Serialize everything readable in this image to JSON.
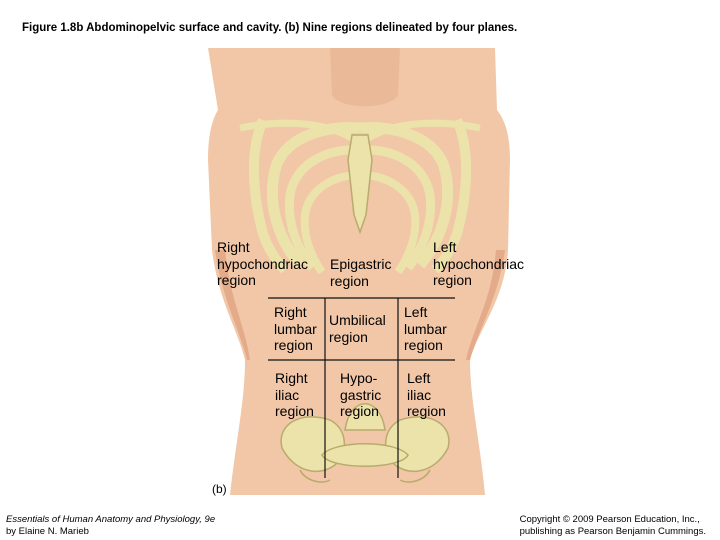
{
  "figure": {
    "title": "Figure 1.8b  Abdominopelvic surface and cavity. (b) Nine regions delineated by four planes.",
    "panel_tag": "(b)",
    "colors": {
      "skin": "#f1c7a7",
      "skin_shadow": "#e3ab89",
      "bone": "#ece3ab",
      "bone_outline": "#b8ab6c",
      "plane_line": "#111111"
    },
    "regions": {
      "right_hypochondriac": "Right\nhypochondriac\nregion",
      "epigastric": "Epigastric\nregion",
      "left_hypochondriac": "Left\nhypochondriac\nregion",
      "right_lumbar": "Right\nlumbar\nregion",
      "umbilical": "Umbilical\nregion",
      "left_lumbar": "Left\nlumbar\nregion",
      "right_iliac": "Right\niliac\nregion",
      "hypogastric": "Hypo-\ngastric\nregion",
      "left_iliac": "Left\niliac\nregion"
    }
  },
  "footer": {
    "book_title": "Essentials of Human Anatomy and Physiology, 9e",
    "author": "by Elaine N. Marieb",
    "copyright_line1": "Copyright © 2009 Pearson Education, Inc.,",
    "copyright_line2": "publishing as Pearson Benjamin Cummings."
  }
}
